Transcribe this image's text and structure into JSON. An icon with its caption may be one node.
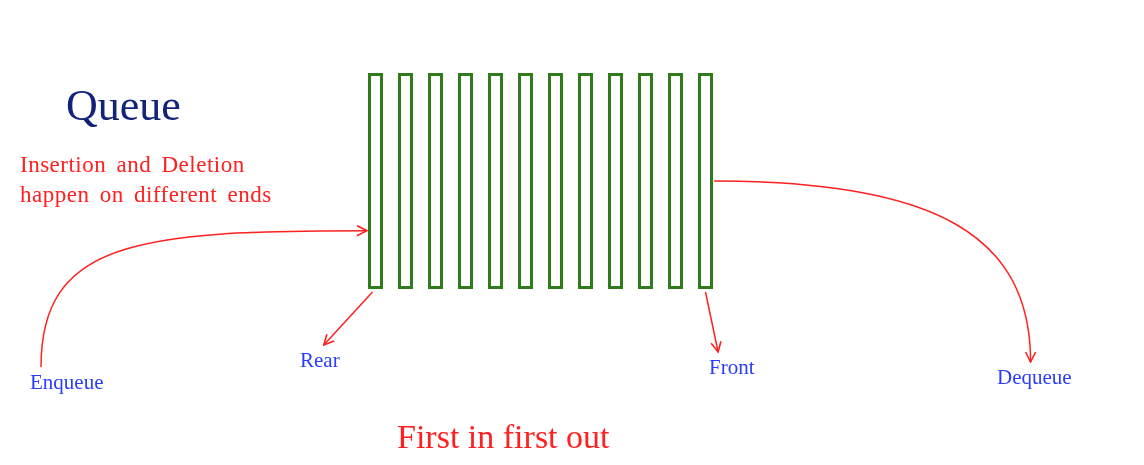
{
  "diagram": {
    "title": "Queue",
    "caption": "First in first out",
    "nodes": [
      {
        "text": [],
        "shape": "box"
      },
      {
        "text": [],
        "shape": "box"
      },
      {
        "text": [],
        "shape": "box"
      },
      {
        "text": [],
        "shape": "box"
      },
      {
        "text": [],
        "shape": "box"
      },
      {
        "text": [],
        "shape": "box"
      },
      {
        "text": [],
        "shape": "box"
      },
      {
        "text": [],
        "shape": "box"
      },
      {
        "text": [],
        "shape": "box"
      },
      {
        "text": [],
        "shape": "box"
      },
      {
        "text": [],
        "shape": "box"
      },
      {
        "text": [],
        "shape": "box"
      },
      {
        "text": [
          "Enqueue"
        ]
      },
      {
        "text": [
          "Rear"
        ]
      },
      {
        "text": [
          "Front"
        ]
      },
      {
        "text": [
          "Dequeue"
        ]
      }
    ],
    "edges": [
      {
        "from": 12,
        "to": 0,
        "arrow": "to"
      },
      {
        "from": 0,
        "to": 13,
        "arrow": "to"
      },
      {
        "from": 11,
        "to": 14,
        "arrow": "to"
      },
      {
        "from": 11,
        "to": 15,
        "arrow": "to"
      }
    ],
    "labels": [
      "Insertion and Deletion happen on different ends"
    ]
  }
}
